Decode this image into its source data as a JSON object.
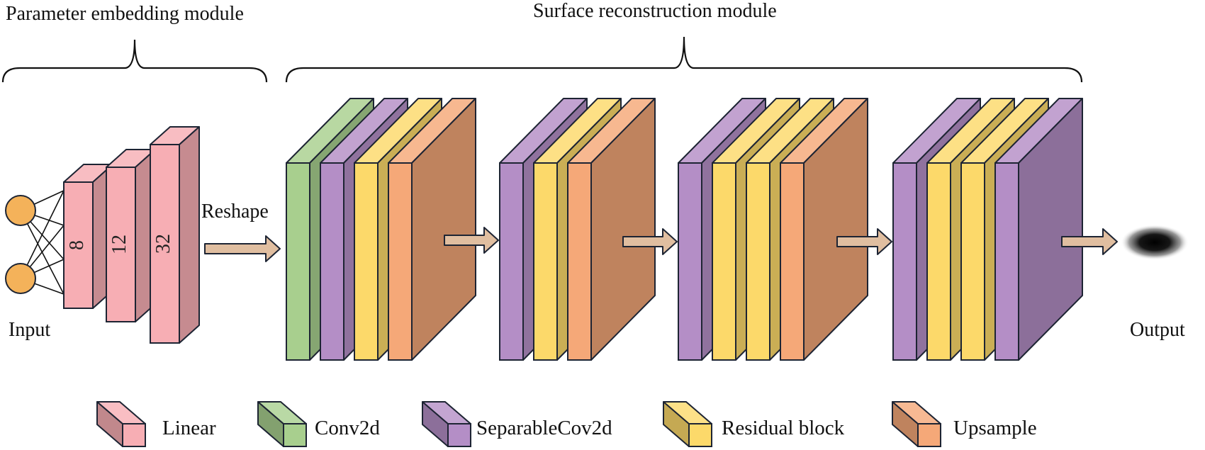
{
  "titles": {
    "embedding": "Parameter embedding module",
    "reconstruction": "Surface reconstruction module"
  },
  "labels": {
    "input": "Input",
    "output": "Output",
    "reshape": "Reshape"
  },
  "linear_layers": [
    "8",
    "12",
    "32"
  ],
  "colors": {
    "linear": "#f7aeb4",
    "conv2d": "#a8cf8e",
    "separable": "#b48ec6",
    "residual": "#fcd96a",
    "upsample": "#f5a878",
    "neuron": "#f4b25a",
    "arrow": "#e0bea0"
  },
  "blocks": [
    [
      "conv2d",
      "separable",
      "residual",
      "upsample"
    ],
    [
      "separable",
      "residual",
      "upsample"
    ],
    [
      "separable",
      "residual",
      "residual",
      "upsample"
    ],
    [
      "separable",
      "residual",
      "residual",
      "separable"
    ]
  ],
  "legend": [
    {
      "key": "linear",
      "label": "Linear"
    },
    {
      "key": "conv2d",
      "label": "Conv2d"
    },
    {
      "key": "separable",
      "label": "SeparableCov2d"
    },
    {
      "key": "residual",
      "label": "Residual block"
    },
    {
      "key": "upsample",
      "label": "Upsample"
    }
  ]
}
